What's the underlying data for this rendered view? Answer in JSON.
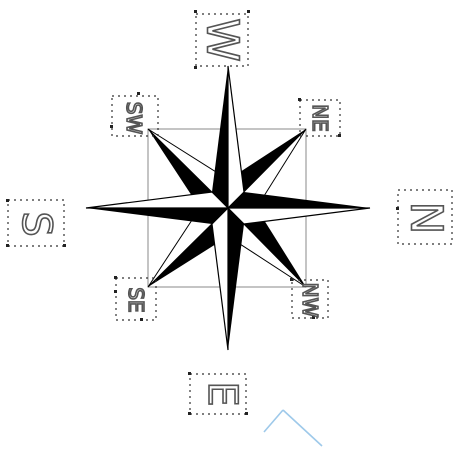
{
  "compass": {
    "labels": {
      "north": "N",
      "south": "S",
      "east": "E",
      "west": "W",
      "northeast": "NE",
      "northwest": "NW",
      "southeast": "SE",
      "southwest": "SW"
    }
  },
  "colors": {
    "fill_dark": "#000000",
    "fill_light": "#ffffff",
    "outline": "#555555",
    "connector": "#9ec9ea"
  },
  "icons": {
    "compass": "compass-rose-icon"
  }
}
